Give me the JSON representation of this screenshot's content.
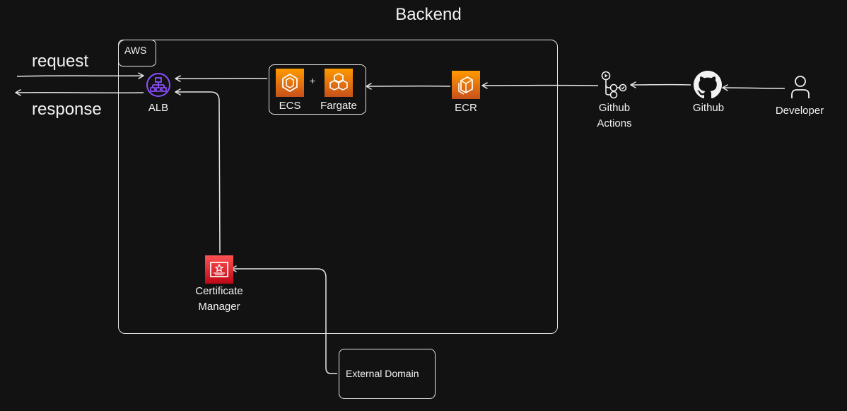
{
  "diagram": {
    "title": "Backend",
    "aws_label": "AWS",
    "request_label": "request",
    "response_label": "response",
    "alb_label": "ALB",
    "ecs_label": "ECS",
    "plus_label": "+",
    "fargate_label": "Fargate",
    "ecr_label": "ECR",
    "github_actions_label": "Github Actions",
    "github_actions_line1": "Github",
    "github_actions_line2": "Actions",
    "github_label": "Github",
    "developer_label": "Developer",
    "cert_line1": "Certificate",
    "cert_line2": "Manager",
    "external_domain_label": "External Domain"
  },
  "colors": {
    "background": "#121212",
    "stroke": "#e6e6e6",
    "aws_orange": "#ff9900",
    "aws_red": "#dd344c",
    "alb_purple": "#8c4fff"
  },
  "icons": {
    "alb": "load-balancer-icon",
    "ecs": "ecs-icon",
    "fargate": "fargate-icon",
    "ecr": "ecr-icon",
    "github_actions": "github-actions-icon",
    "github": "github-icon",
    "developer": "user-icon",
    "certificate_manager": "certificate-icon"
  }
}
